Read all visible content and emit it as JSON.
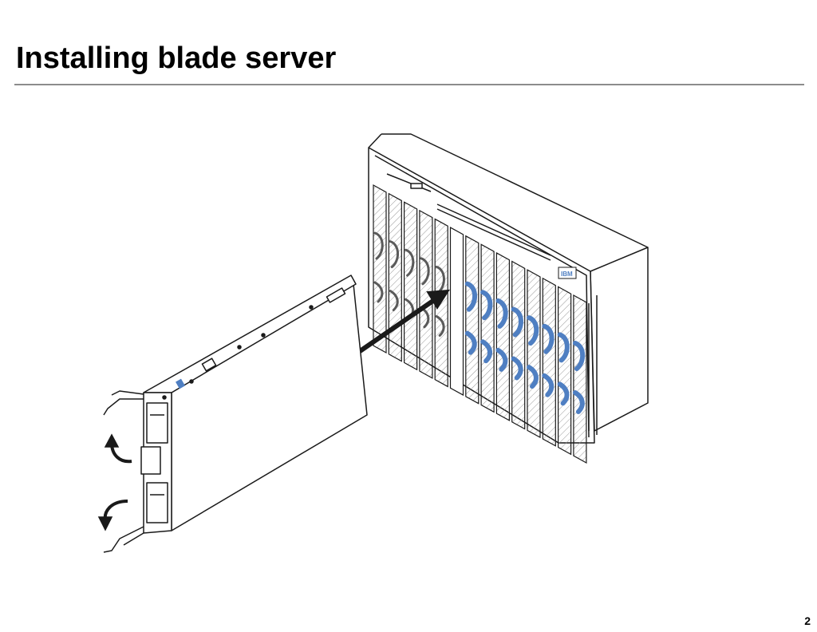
{
  "slide": {
    "title": "Installing blade server",
    "page_number": "2"
  },
  "illustration": {
    "brand_mark": "IBM",
    "accent_color": "#4f7fc2",
    "line_color": "#1a1a1a",
    "hatch_color": "#9a9a9a",
    "blades": [
      {
        "slot": 1,
        "state": "installed",
        "handle": "gray"
      },
      {
        "slot": 2,
        "state": "installed",
        "handle": "gray"
      },
      {
        "slot": 3,
        "state": "installed",
        "handle": "gray"
      },
      {
        "slot": 4,
        "state": "installed",
        "handle": "gray"
      },
      {
        "slot": 5,
        "state": "installed",
        "handle": "gray"
      },
      {
        "slot": 6,
        "state": "empty",
        "handle": "none"
      },
      {
        "slot": 7,
        "state": "installed",
        "handle": "blue"
      },
      {
        "slot": 8,
        "state": "installed",
        "handle": "blue"
      },
      {
        "slot": 9,
        "state": "installed",
        "handle": "blue"
      },
      {
        "slot": 10,
        "state": "installed",
        "handle": "blue"
      },
      {
        "slot": 11,
        "state": "installed",
        "handle": "blue"
      },
      {
        "slot": 12,
        "state": "installed",
        "handle": "blue"
      },
      {
        "slot": 13,
        "state": "installed",
        "handle": "blue"
      },
      {
        "slot": 14,
        "state": "installed",
        "handle": "blue"
      }
    ]
  }
}
